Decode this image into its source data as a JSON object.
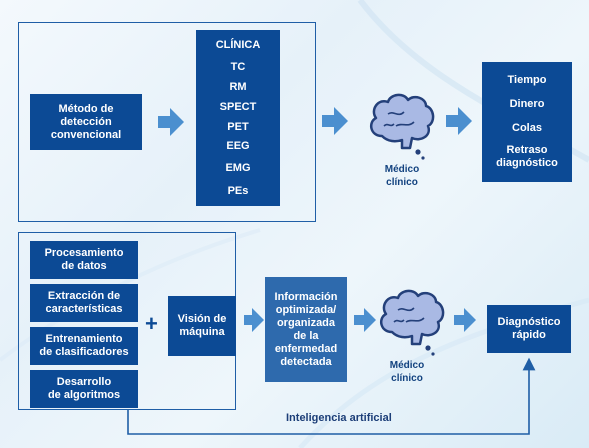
{
  "top_row": {
    "conventional_method": "Método de\ndetección\nconvencional",
    "modalities": [
      "CLÍNICA",
      "TC",
      "RM",
      "SPECT",
      "PET",
      "EEG",
      "EMG",
      "PEs"
    ],
    "clinician_label": "Médico\nclínico",
    "outcomes": [
      "Tiempo",
      "Dinero",
      "Colas",
      "Retraso\ndiagnóstico"
    ]
  },
  "bottom_row": {
    "steps": [
      "Procesamiento\nde datos",
      "Extracción de\ncaracterísticas",
      "Entrenamiento\nde clasificadores",
      "Desarrollo\nde algoritmos"
    ],
    "plus_sign": "+",
    "machine_vision": "Visión de\nmáquina",
    "optimized_info": "Información\noptimizada/\norganizada\nde la\nenfermedad\ndetectada",
    "clinician_label": "Médico\nclínico",
    "fast_diagnosis": "Diagnóstico\nrápido",
    "ai_label": "Inteligencia artificial"
  },
  "colors": {
    "dark_box": "#0c4a95",
    "mid_box": "#2e6aad",
    "frame": "#1f5ea6",
    "arrow": "#4b8fcf",
    "brain": "#a9b9e4",
    "brain_stroke": "#24407a"
  },
  "icons": {
    "brain": "brain-icon",
    "arrow": "chevron-arrow-icon"
  }
}
